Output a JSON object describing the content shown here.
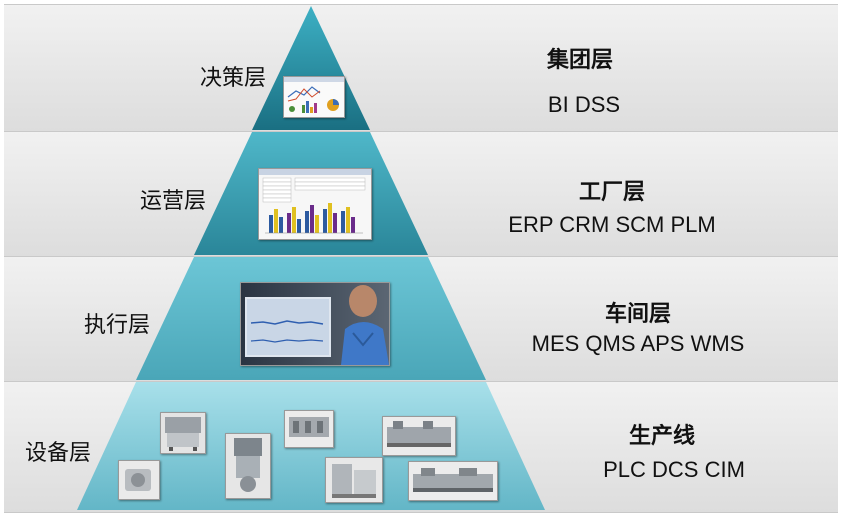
{
  "tiers": [
    {
      "left_label": "决策层",
      "title": "集团层",
      "systems": "BI  DSS",
      "image": "dashboard-charts-image"
    },
    {
      "left_label": "运营层",
      "title": "工厂层",
      "systems": "ERP  CRM  SCM  PLM",
      "image": "spreadsheet-chart-image"
    },
    {
      "left_label": "执行层",
      "title": "车间层",
      "systems": "MES  QMS APS WMS",
      "image": "operator-monitor-photo"
    },
    {
      "left_label": "设备层",
      "title": "生产线",
      "systems": "PLC  DCS  CIM",
      "image": "equipment-photos"
    }
  ],
  "colors": {
    "pyramid_top": "#1e8fa6",
    "pyramid_mid": "#4fb7c9",
    "pyramid_bottom": "#8fd6e3",
    "band_fill": "#e6e6e6"
  }
}
